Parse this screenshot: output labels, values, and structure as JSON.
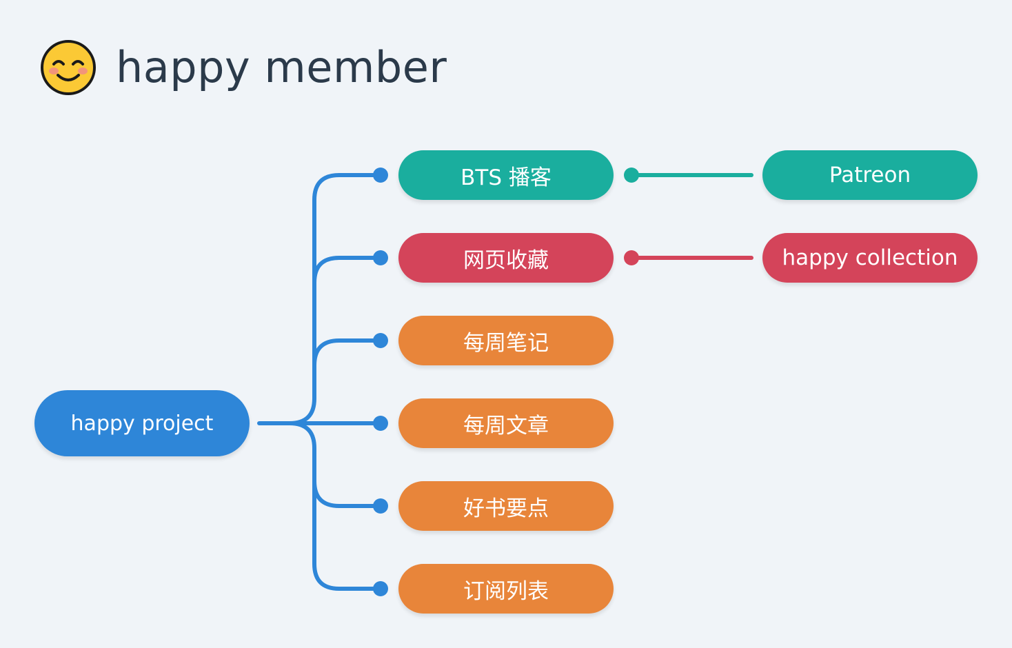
{
  "header": {
    "title": "happy member",
    "emoji_icon": "smiling-face-icon"
  },
  "colors": {
    "background": "#f0f4f8",
    "root": "#2e86d8",
    "teal": "#1aae9e",
    "red": "#d4445a",
    "orange": "#e8853a",
    "title_text": "#2b3a4a"
  },
  "mindmap": {
    "root": {
      "label": "happy project"
    },
    "branches": [
      {
        "label": "BTS 播客",
        "color": "teal",
        "children": [
          {
            "label": "Patreon"
          }
        ]
      },
      {
        "label": "网页收藏",
        "color": "red",
        "children": [
          {
            "label": "happy collection"
          }
        ]
      },
      {
        "label": "每周笔记",
        "color": "orange",
        "children": []
      },
      {
        "label": "每周文章",
        "color": "orange",
        "children": []
      },
      {
        "label": "好书要点",
        "color": "orange",
        "children": []
      },
      {
        "label": "订阅列表",
        "color": "orange",
        "children": []
      }
    ]
  }
}
